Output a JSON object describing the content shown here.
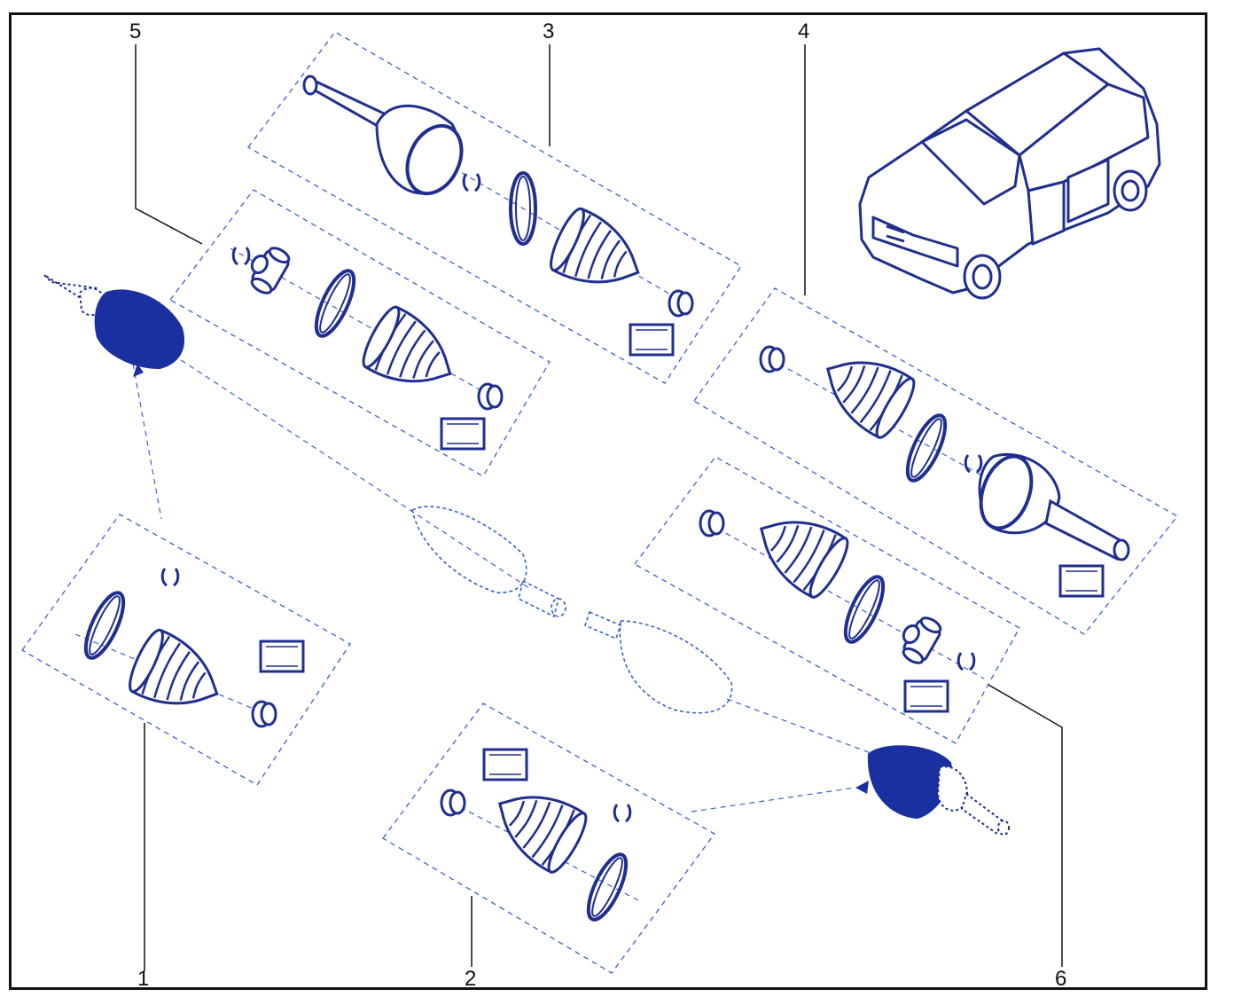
{
  "diagram": {
    "colors": {
      "ink": "#1f2f8f",
      "fill": "#1a2fa0",
      "dash": "#3a63c8",
      "frame": "#111111"
    },
    "callouts": [
      {
        "id": "1",
        "label": "1"
      },
      {
        "id": "2",
        "label": "2"
      },
      {
        "id": "3",
        "label": "3"
      },
      {
        "id": "4",
        "label": "4"
      },
      {
        "id": "5",
        "label": "5"
      },
      {
        "id": "6",
        "label": "6"
      }
    ],
    "icons": [
      "car-icon",
      "drive-shaft-icon",
      "boot-icon",
      "clamp-ring-icon",
      "circlip-icon",
      "grease-sachet-icon",
      "tripod-joint-icon"
    ]
  }
}
